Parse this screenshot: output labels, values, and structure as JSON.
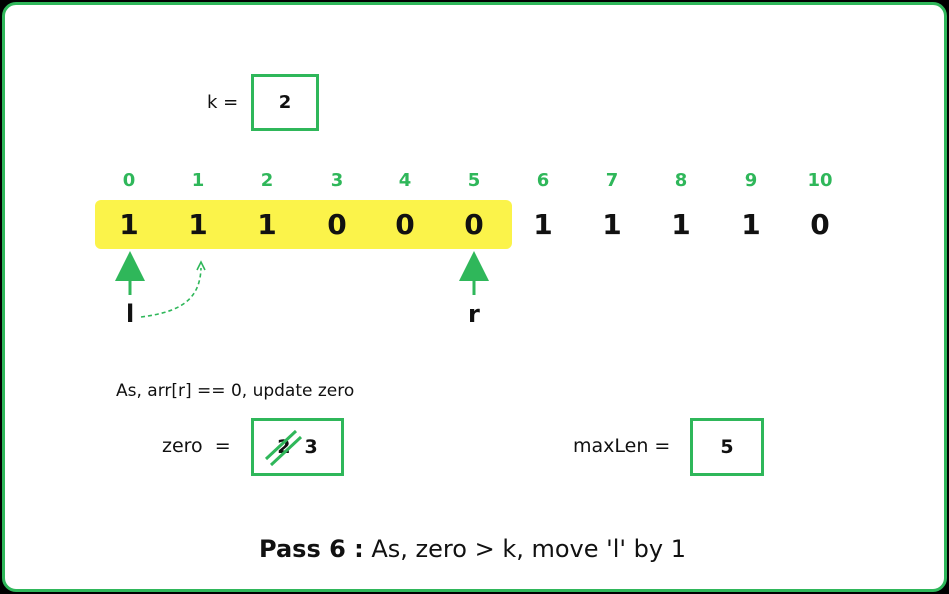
{
  "k_label": "k =",
  "k_value": "2",
  "indices": [
    "0",
    "1",
    "2",
    "3",
    "4",
    "5",
    "6",
    "7",
    "8",
    "9",
    "10"
  ],
  "values": [
    "1",
    "1",
    "1",
    "0",
    "0",
    "0",
    "1",
    "1",
    "1",
    "1",
    "0"
  ],
  "pointer_l": "l",
  "pointer_r": "r",
  "note": "As, arr[r] == 0, update zero",
  "zero_label": "zero  =",
  "zero_old": "2",
  "zero_new": "3",
  "maxlen_label": "maxLen =",
  "maxlen_value": "5",
  "caption_bold": "Pass 6 :",
  "caption_rest": " As, zero > k, move 'l' by 1",
  "colors": {
    "accent": "#2fb75a",
    "highlight": "#fbf34a"
  }
}
